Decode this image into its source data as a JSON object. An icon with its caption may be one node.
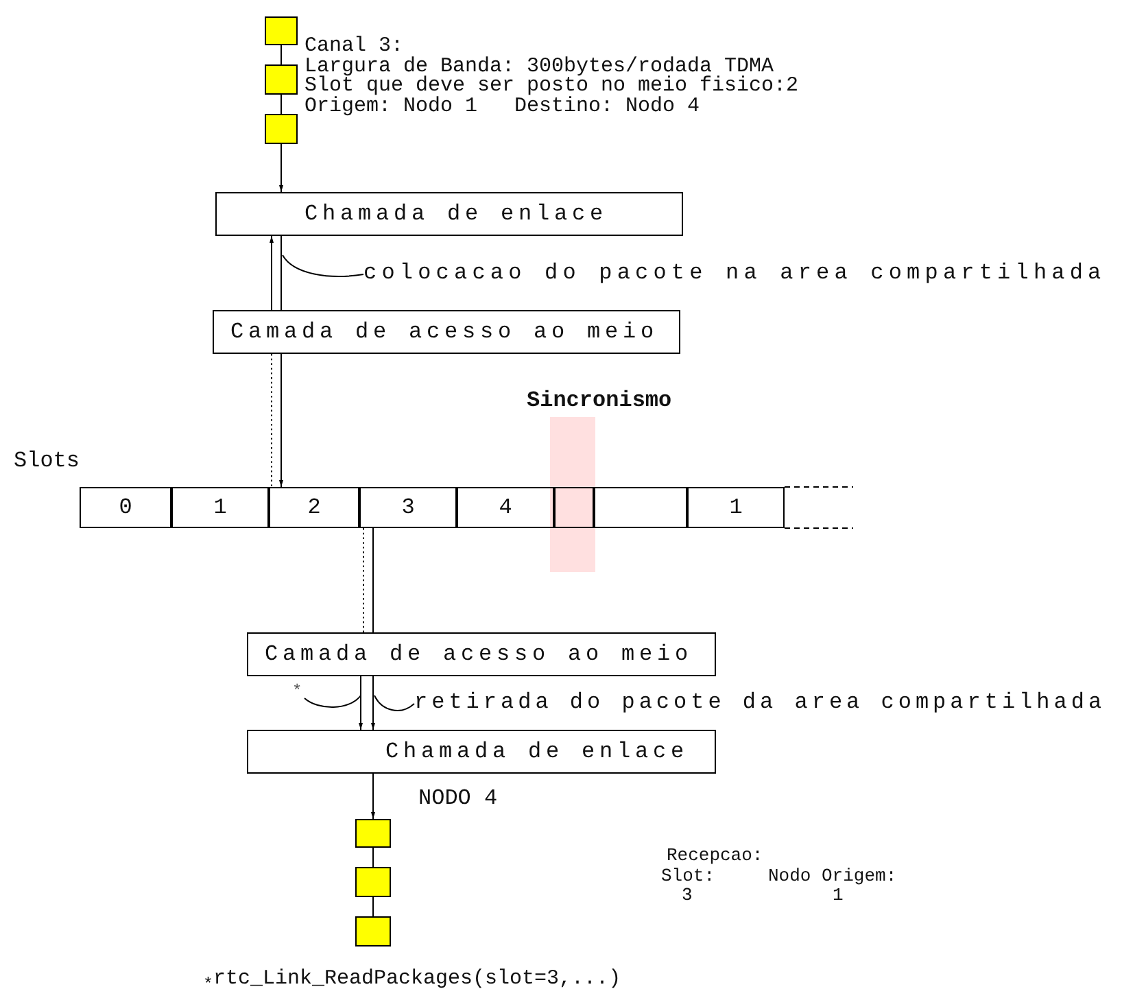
{
  "diagram": {
    "nodes": [
      {
        "text": [],
        "shape": "box"
      },
      {
        "text": [],
        "shape": "box"
      },
      {
        "text": [],
        "shape": "box"
      },
      {
        "text": [
          "Chamada de enlace"
        ]
      },
      {
        "text": [
          "Camada de acesso ao meio"
        ]
      },
      {
        "text": [
          "0"
        ]
      },
      {
        "text": [
          "1"
        ]
      },
      {
        "text": [
          "2"
        ]
      },
      {
        "text": [
          "3"
        ]
      },
      {
        "text": [
          "4"
        ]
      },
      {
        "text": [],
        "shape": "box"
      },
      {
        "text": [],
        "shape": "box"
      },
      {
        "text": [
          "1"
        ]
      },
      {
        "text": [
          "Camada de acesso ao meio"
        ]
      },
      {
        "text": [
          "Chamada de enlace"
        ]
      },
      {
        "text": [],
        "shape": "box"
      },
      {
        "text": [],
        "shape": "box"
      },
      {
        "text": [],
        "shape": "box"
      },
      {
        "text": [
          "colocacao do pacote na area compartilhada"
        ]
      },
      {
        "text": [
          "*"
        ]
      },
      {
        "text": [
          "retirada do pacote da area compartilhada"
        ]
      }
    ],
    "edges": [
      {
        "from": 0,
        "to": 1,
        "arrow": "none"
      },
      {
        "from": 1,
        "to": 2,
        "arrow": "none"
      },
      {
        "from": 2,
        "to": 3,
        "arrow": "to"
      },
      {
        "from": 4,
        "to": 3,
        "arrow": "to"
      },
      {
        "from": 3,
        "to": 4,
        "arrow": "none"
      },
      {
        "from": 4,
        "to": 7,
        "arrow": "to"
      },
      {
        "from": 4,
        "to": 7,
        "arrow": "none",
        "style": "dashed"
      },
      {
        "from": 8,
        "to": 13,
        "arrow": "none"
      },
      {
        "from": 8,
        "to": 13,
        "arrow": "none",
        "style": "dashed"
      },
      {
        "from": 13,
        "to": 14,
        "arrow": "to"
      },
      {
        "from": 13,
        "to": 14,
        "arrow": "to"
      },
      {
        "from": 14,
        "to": 15,
        "arrow": "to"
      },
      {
        "from": 15,
        "to": 16,
        "arrow": "none"
      },
      {
        "from": 16,
        "to": 17,
        "arrow": "none"
      },
      {
        "from": 18,
        "to": null,
        "arrow": "none"
      },
      {
        "from": 20,
        "to": null,
        "arrow": "none"
      },
      {
        "from": 19,
        "to": null,
        "arrow": "none"
      }
    ],
    "labels": [
      "Canal 3:",
      "Largura de Banda: 300bytes/rodada TDMA",
      "Slot que deve ser posto no meio fisico:2",
      "Origem: Nodo 1   Destino: Nodo 4",
      "Sincronismo",
      "Slots",
      "NODO 4",
      "Recepcao:",
      "Slot:",
      "Nodo Origem:",
      "3",
      "1",
      "$_{*}$rtc_Link_ReadPackages(slot=3,...)"
    ]
  }
}
